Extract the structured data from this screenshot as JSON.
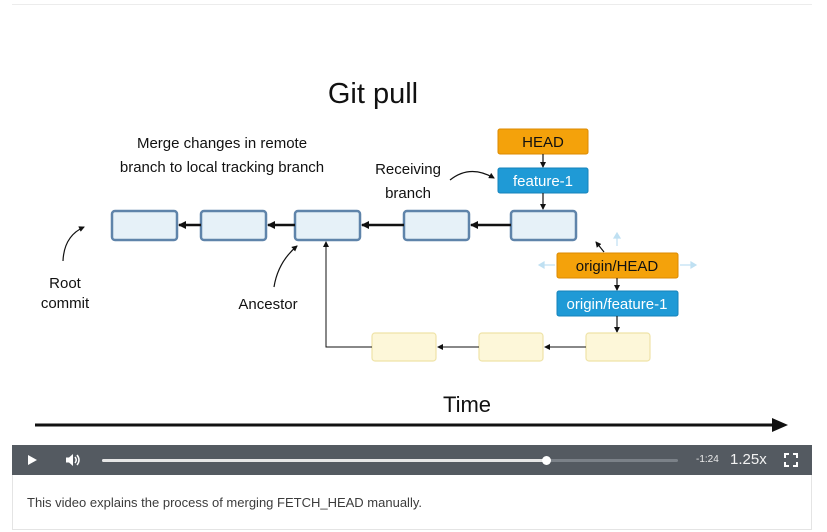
{
  "slide": {
    "title": "Git pull",
    "merge_note": [
      "Merge changes in remote",
      "branch to local tracking branch"
    ],
    "receiving_branch": [
      "Receiving",
      "branch"
    ],
    "ancestor_label": "Ancestor",
    "root_commit": [
      "Root",
      "commit"
    ],
    "time_label": "Time",
    "head_label": "HEAD",
    "feature_label": "feature-1",
    "origin_head_label": "origin/HEAD",
    "origin_feature_label": "origin/feature-1",
    "colors": {
      "head_orange": "#f4a20b",
      "branch_blue": "#1f9ad6",
      "commit_fill": "#e6f1f8",
      "commit_stroke": "#5f84aa",
      "remote_commit_fill": "#fdf7d9",
      "remote_commit_stroke": "#efe3a8"
    }
  },
  "player": {
    "play_icon": "play-icon",
    "volume_icon": "volume-icon",
    "progress": 0.77,
    "time_remaining": "-1:24",
    "speed": "1.25x",
    "fullscreen_icon": "fullscreen-icon"
  },
  "caption": {
    "text": "This video explains the process of merging FETCH_HEAD manually."
  }
}
